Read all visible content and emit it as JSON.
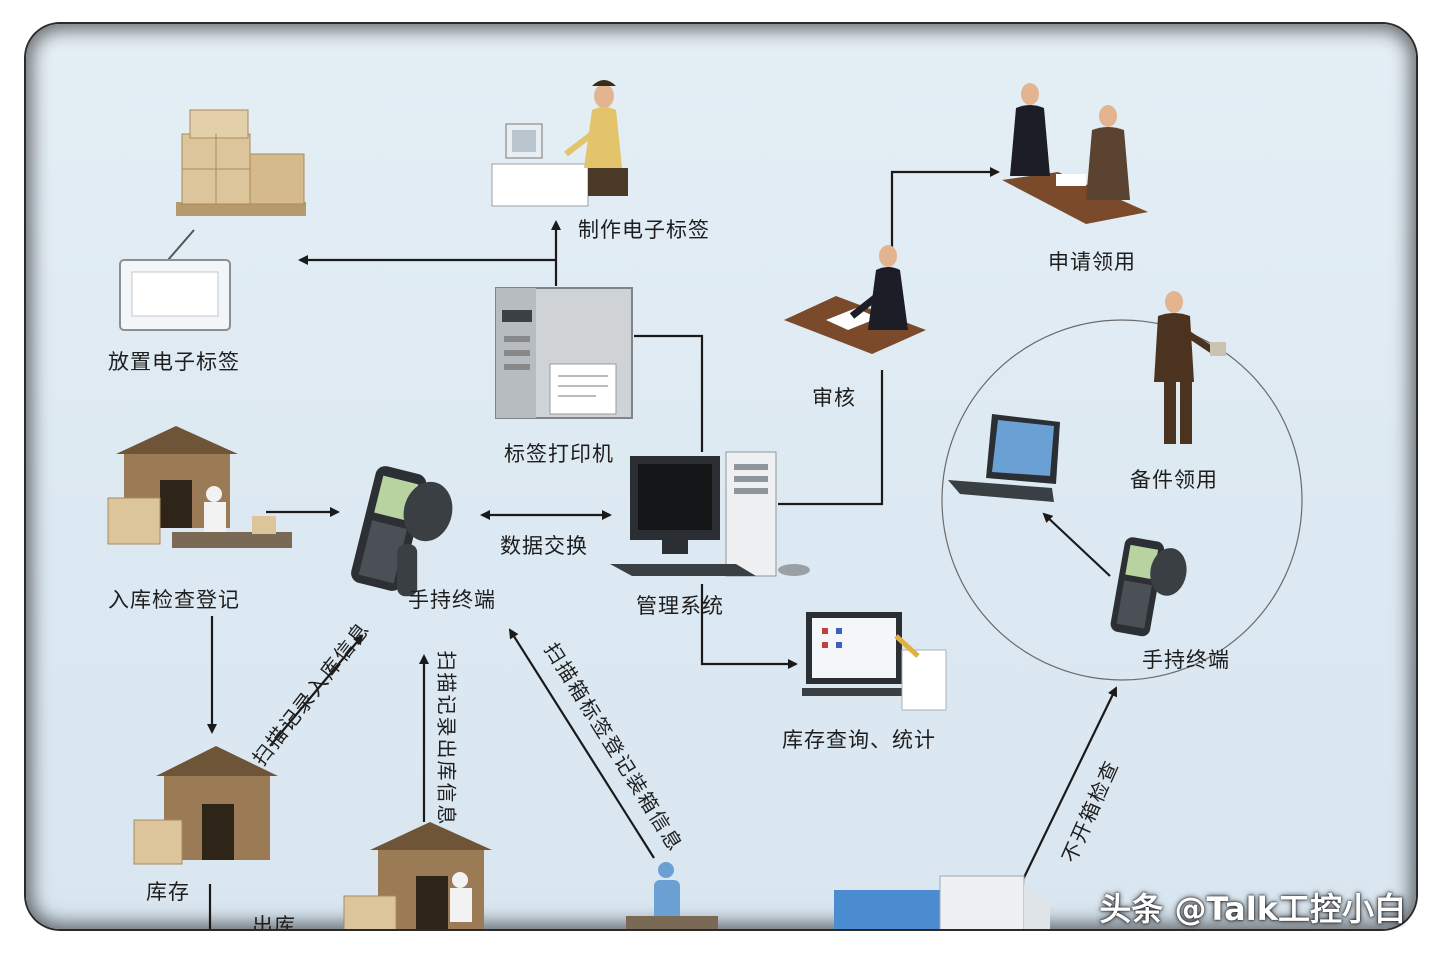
{
  "labels": {
    "place_tag": "放置电子标签",
    "make_tag": "制作电子标签",
    "printer": "标签打印机",
    "review": "审核",
    "apply": "申请领用",
    "inbound_check": "入库检查登记",
    "handheld": "手持终端",
    "data_exchange": "数据交换",
    "mgmt_system": "管理系统",
    "spare_use": "备件领用",
    "handheld_right": "手持终端",
    "inventory_query": "库存查询、统计",
    "stock": "库存",
    "outbound": "出库",
    "scan_in": "扫描记录入库信息",
    "scan_out": "扫描记录出库信息",
    "scan_box": "扫描箱标签登记装箱信息",
    "no_open_check": "不开箱检查"
  },
  "watermark": "头条 @Talk工控小白",
  "colors": {
    "background": "#dde9f2",
    "line": "#1a1a1a",
    "box": "#d9c39a",
    "house_wall": "#9b7a56",
    "house_roof": "#6e5538",
    "suit": "#1d1d28",
    "desk": "#7a4a2a"
  },
  "icons": [
    "boxes-icon",
    "tag-reader-icon",
    "person-computer-icon",
    "label-printer-icon",
    "reviewer-desk-icon",
    "applicants-icon",
    "warehouse-icon",
    "handheld-scanner-icon",
    "desktop-computer-icon",
    "laptop-icon",
    "person-holding-item-icon",
    "monitor-chart-icon",
    "truck-icon"
  ]
}
